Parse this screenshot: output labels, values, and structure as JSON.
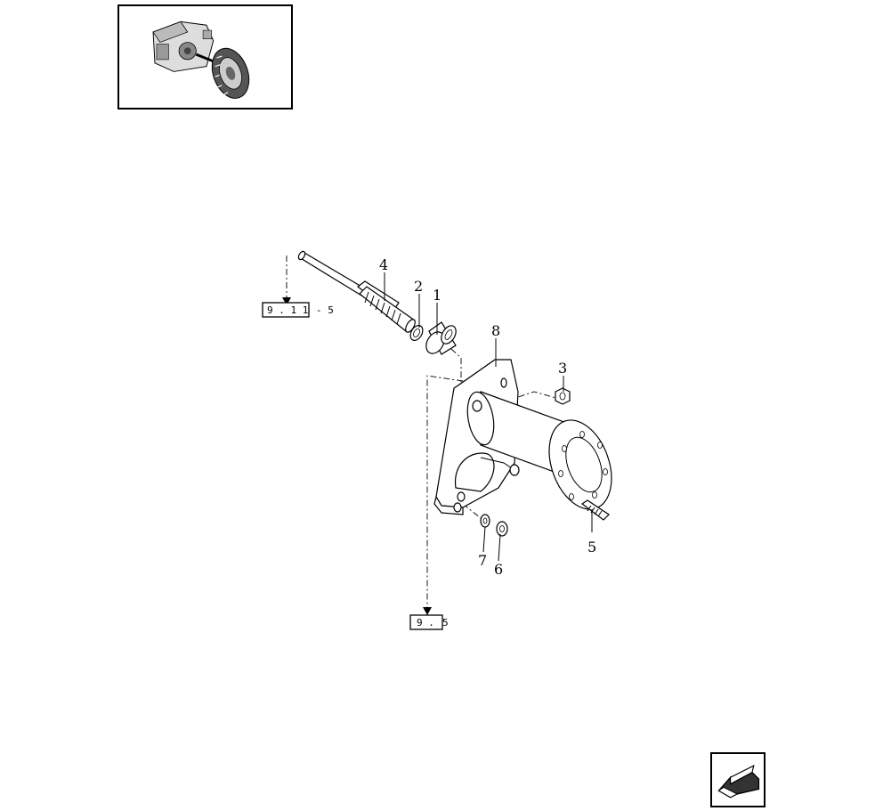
{
  "diagram": {
    "callouts": [
      {
        "id": "1",
        "label": "1"
      },
      {
        "id": "2",
        "label": "2"
      },
      {
        "id": "3",
        "label": "3"
      },
      {
        "id": "4",
        "label": "4"
      },
      {
        "id": "5",
        "label": "5"
      },
      {
        "id": "6",
        "label": "6"
      },
      {
        "id": "7",
        "label": "7"
      },
      {
        "id": "8",
        "label": "8"
      }
    ],
    "references": [
      {
        "box": "9 . 1 1",
        "suffix": "- 5"
      },
      {
        "box": "9 .",
        "suffix": "5"
      }
    ]
  },
  "navigation": {
    "icon": "back-arrow-icon"
  }
}
